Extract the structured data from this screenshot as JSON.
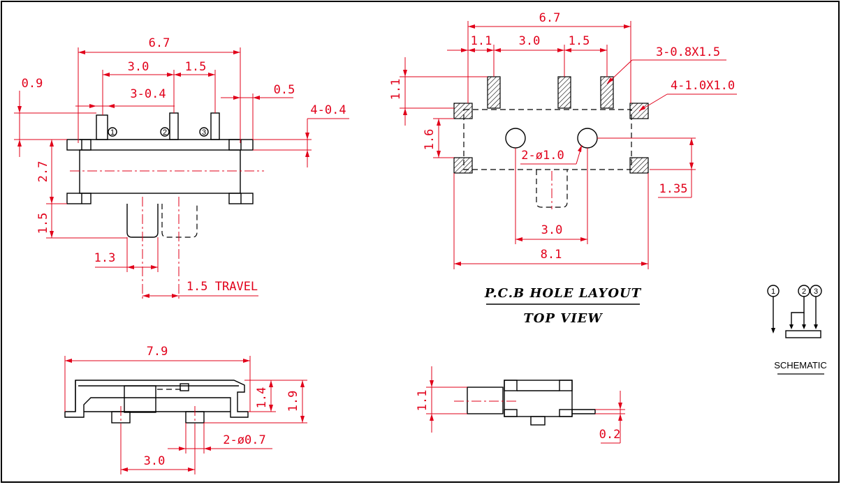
{
  "dims": {
    "side_top_width": "6.7",
    "side_pin_3_0": "3.0",
    "side_pin_1_5": "1.5",
    "side_0_9": "0.9",
    "side_3_04": "3-0.4",
    "side_0_5": "0.5",
    "side_4_04": "4-0.4",
    "side_2_7": "2.7",
    "side_1_5_v": "1.5",
    "side_1_3": "1.3",
    "side_travel": "1.5 TRAVEL",
    "pcb_6_7": "6.7",
    "pcb_1_1": "1.1",
    "pcb_3_0": "3.0",
    "pcb_1_5": "1.5",
    "pcb_3_08x15": "3-0.8X1.5",
    "pcb_4_10x10": "4-1.0X1.0",
    "pcb_1_1_v": "1.1",
    "pcb_1_6": "1.6",
    "pcb_2_phi10": "2-ø1.0",
    "pcb_1_35": "1.35",
    "pcb_3_0_bottom": "3.0",
    "pcb_8_1": "8.1",
    "front_7_9": "7.9",
    "front_1_4": "1.4",
    "front_1_9": "1.9",
    "front_2_phi07": "2-ø0.7",
    "front_3_0": "3.0",
    "end_1_1": "1.1",
    "end_0_2": "0.2"
  },
  "titles": {
    "pcb_layout": "P.C.B HOLE LAYOUT",
    "top_view": "TOP VIEW",
    "schematic": "SCHEMATIC"
  },
  "pins": {
    "p1": "1",
    "p2": "2",
    "p3": "3"
  },
  "colors": {
    "dimension": "#e1001a",
    "outline": "#000000"
  }
}
